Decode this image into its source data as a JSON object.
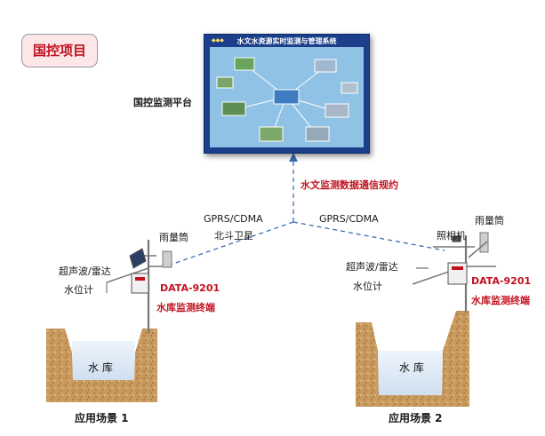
{
  "badge": "国控项目",
  "platform_label": "国控监测平台",
  "screen_title": "水文水资源实时监测与管理系统",
  "protocol_label": "水文监测数据通信规约",
  "left_link": {
    "line1": "GPRS/CDMA",
    "line2": "北斗卫星"
  },
  "right_link": {
    "line1": "GPRS/CDMA"
  },
  "left_station": {
    "rain_gauge": "雨量筒",
    "sensor_line1": "超声波/雷达",
    "sensor_line2": "水位计",
    "model": "DATA-9201",
    "terminal": "水库监测终端",
    "reservoir": "水  库",
    "scene": "应用场景 1"
  },
  "right_station": {
    "camera": "照相机",
    "rain_gauge": "雨量筒",
    "sensor_line1": "超声波/雷达",
    "sensor_line2": "水位计",
    "model": "DATA-9201",
    "terminal": "水库监测终端",
    "reservoir": "水  库",
    "scene": "应用场景 2"
  },
  "colors": {
    "accent_red": "#c1121f",
    "link_blue": "#3a6db5",
    "soil": "#c79a60",
    "water": "#dbe7f4",
    "screen_frame": "#1b3f8a"
  }
}
